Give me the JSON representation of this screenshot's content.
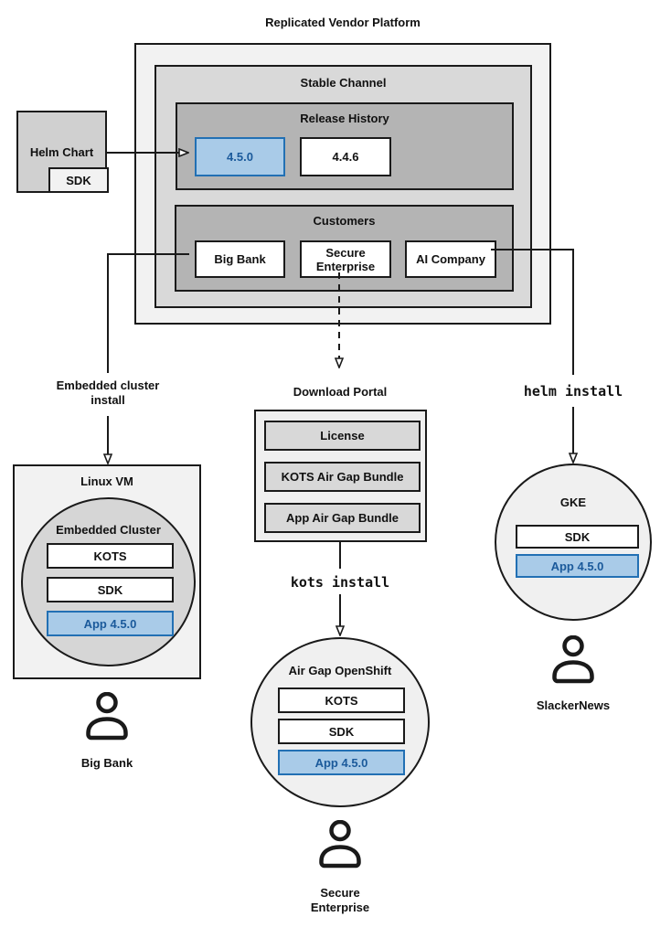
{
  "title": "Replicated Vendor Platform",
  "colors": {
    "highlight_fill": "#a9cbe8",
    "highlight_border": "#2270b4",
    "highlight_text": "#1b5a9b",
    "gray_light": "#f2f2f2",
    "gray_mid": "#d9d9d9",
    "gray_dark": "#b4b4b4",
    "line": "#1a1a1a"
  },
  "platform": {
    "channel": {
      "title": "Stable Channel",
      "release_history": {
        "title": "Release History",
        "releases": [
          {
            "version": "4.5.0",
            "highlighted": true
          },
          {
            "version": "4.4.6",
            "highlighted": false
          }
        ]
      },
      "customers": {
        "title": "Customers",
        "items": [
          "Big Bank",
          "Secure Enterprise",
          "AI Company"
        ]
      }
    }
  },
  "helm_chart": {
    "label": "Helm Chart",
    "sdk": "SDK"
  },
  "flows": {
    "left": {
      "arrow_label": "Embedded cluster install",
      "vm": {
        "title": "Linux VM",
        "cluster": {
          "title": "Embedded Cluster",
          "components": [
            "KOTS",
            "SDK"
          ],
          "app": "App 4.5.0"
        }
      },
      "user": "Big Bank"
    },
    "middle": {
      "portal": {
        "title": "Download Portal",
        "items": [
          "License",
          "KOTS Air Gap Bundle",
          "App Air Gap Bundle"
        ]
      },
      "command": "kots install",
      "cluster": {
        "title": "Air Gap OpenShift",
        "components": [
          "KOTS",
          "SDK"
        ],
        "app": "App 4.5.0"
      },
      "user": "Secure Enterprise"
    },
    "right": {
      "command": "helm install",
      "cluster": {
        "title": "GKE",
        "components": [
          "SDK"
        ],
        "app": "App 4.5.0"
      },
      "user": "SlackerNews"
    }
  }
}
